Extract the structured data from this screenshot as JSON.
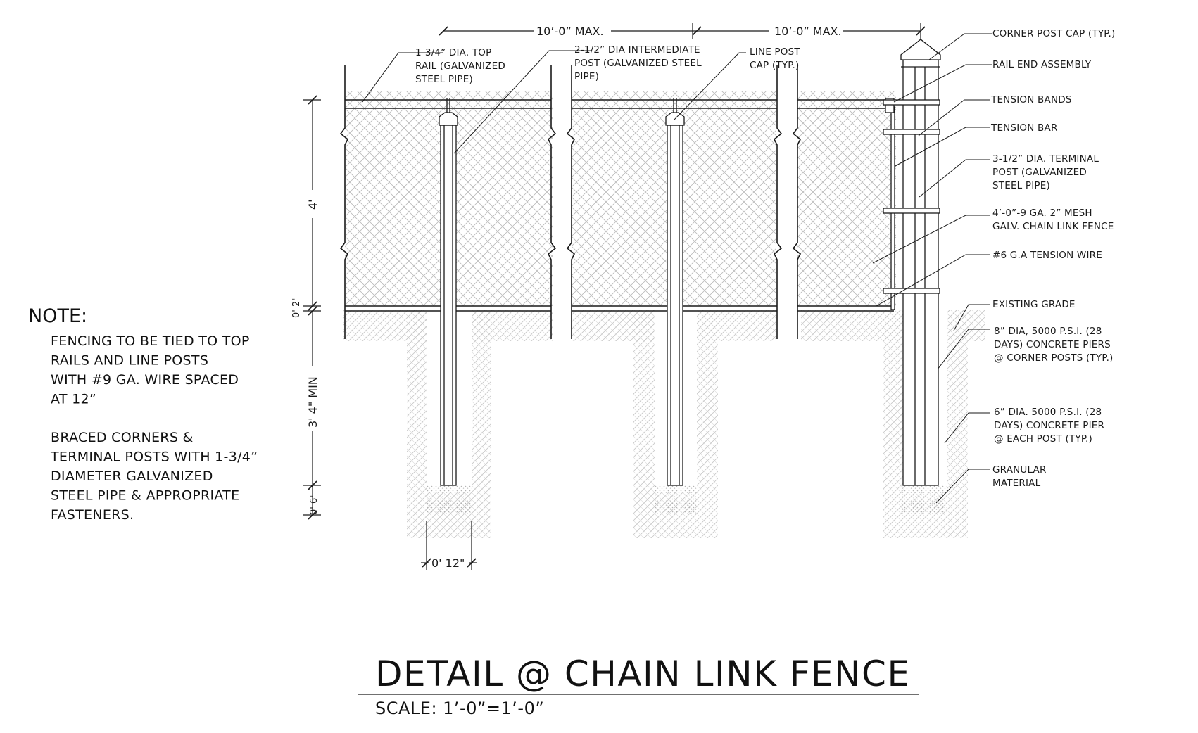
{
  "dimensions": {
    "span_1": "10’-0” MAX.",
    "span_2": "10’-0” MAX.",
    "fence_height": "4'",
    "gap_above_grade": "0' 2\"",
    "embed_depth": "3' 4\" MIN",
    "gravel_depth": "0' 6\"",
    "pier_width": "0' 12\""
  },
  "callouts": {
    "top_rail": [
      "1-3/4” DIA. TOP",
      "RAIL (GALVANIZED",
      "STEEL PIPE)"
    ],
    "intermediate_post": [
      "2-1/2” DIA INTERMEDIATE",
      "POST (GALVANIZED STEEL",
      "PIPE)"
    ],
    "line_post_cap": [
      "LINE POST",
      "CAP (TYP.)"
    ],
    "corner_post_cap": [
      "CORNER POST CAP (TYP.)"
    ],
    "rail_end_assembly": [
      "RAIL END ASSEMBLY"
    ],
    "tension_bands": [
      "TENSION BANDS"
    ],
    "tension_bar": [
      "TENSION BAR"
    ],
    "terminal_post": [
      "3-1/2” DIA. TERMINAL",
      "POST (GALVANIZED",
      "STEEL PIPE)"
    ],
    "mesh": [
      "4’-0”-9 GA. 2” MESH",
      "GALV. CHAIN LINK FENCE"
    ],
    "tension_wire": [
      "#6 G.A TENSION WIRE"
    ],
    "existing_grade": [
      "EXISTING GRADE"
    ],
    "corner_piers": [
      "8” DIA, 5000 P.S.I. (28",
      "DAYS) CONCRETE PIERS",
      "@ CORNER POSTS (TYP.)"
    ],
    "post_pier": [
      "6” DIA. 5000 P.S.I. (28",
      "DAYS) CONCRETE PIER",
      "@ EACH POST (TYP.)"
    ],
    "granular": [
      "GRANULAR",
      "MATERIAL"
    ]
  },
  "note": {
    "heading": "NOTE:",
    "paragraph_1": [
      "FENCING TO BE TIED TO TOP",
      "RAILS AND LINE POSTS",
      "WITH #9 GA. WIRE SPACED",
      "AT 12”"
    ],
    "paragraph_2": [
      "BRACED CORNERS &",
      "TERMINAL POSTS WITH 1-3/4”",
      "DIAMETER GALVANIZED",
      "STEEL PIPE & APPROPRIATE",
      "FASTENERS."
    ]
  },
  "title_block": {
    "title": "DETAIL @ CHAIN LINK FENCE",
    "scale": "SCALE: 1’-0”=1’-0”"
  }
}
